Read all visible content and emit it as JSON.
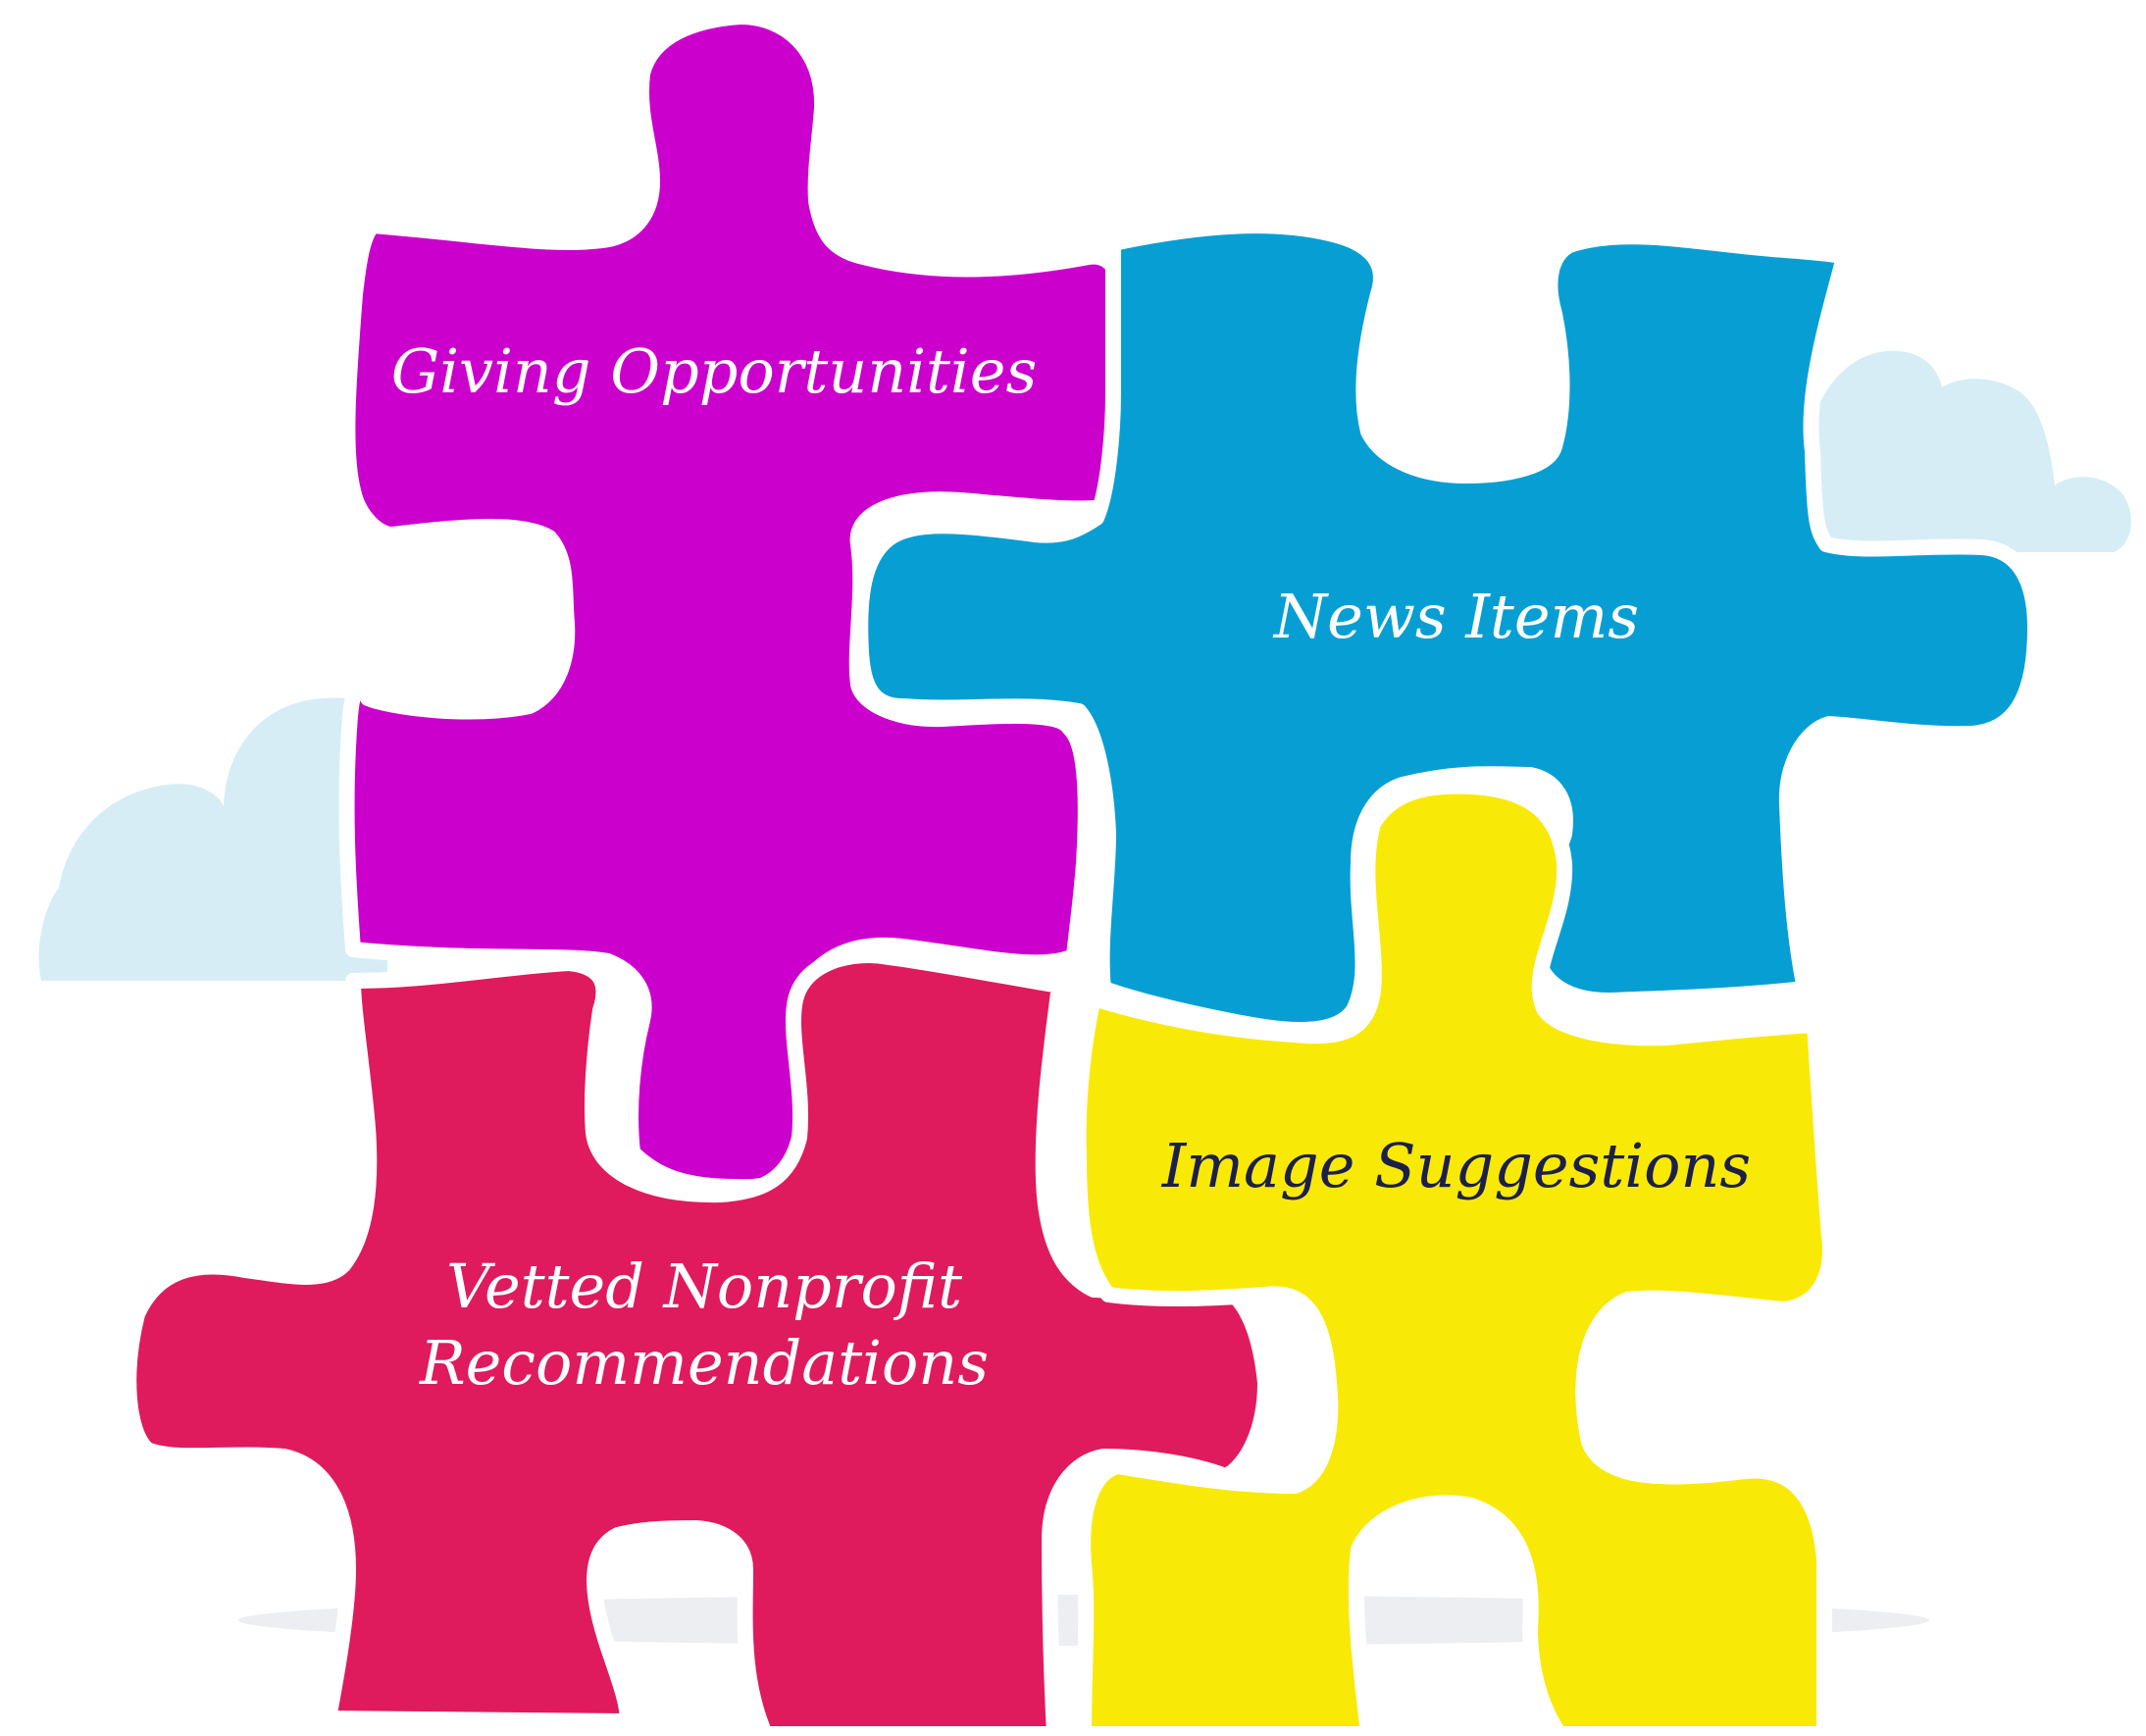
{
  "colors": {
    "background": "#ffffff",
    "cloud": "#d7edf5",
    "shadow": "#eceef2",
    "outline": "#ffffff",
    "light_text": "#ffffff",
    "dark_text": "#1c1f4a"
  },
  "pieces": [
    {
      "id": "giving",
      "color": "#cc00cc",
      "text_color": "#ffffff",
      "lines": [
        "Giving Opportunities"
      ]
    },
    {
      "id": "news",
      "color": "#079fd3",
      "text_color": "#ffffff",
      "lines": [
        "News Items"
      ]
    },
    {
      "id": "vetted",
      "color": "#df1b5d",
      "text_color": "#ffffff",
      "lines": [
        "Vetted Nonprofit",
        "Recommendations"
      ]
    },
    {
      "id": "image",
      "color": "#f9e906",
      "text_color": "#1c1f4a",
      "lines": [
        "Image Suggestions"
      ]
    }
  ]
}
